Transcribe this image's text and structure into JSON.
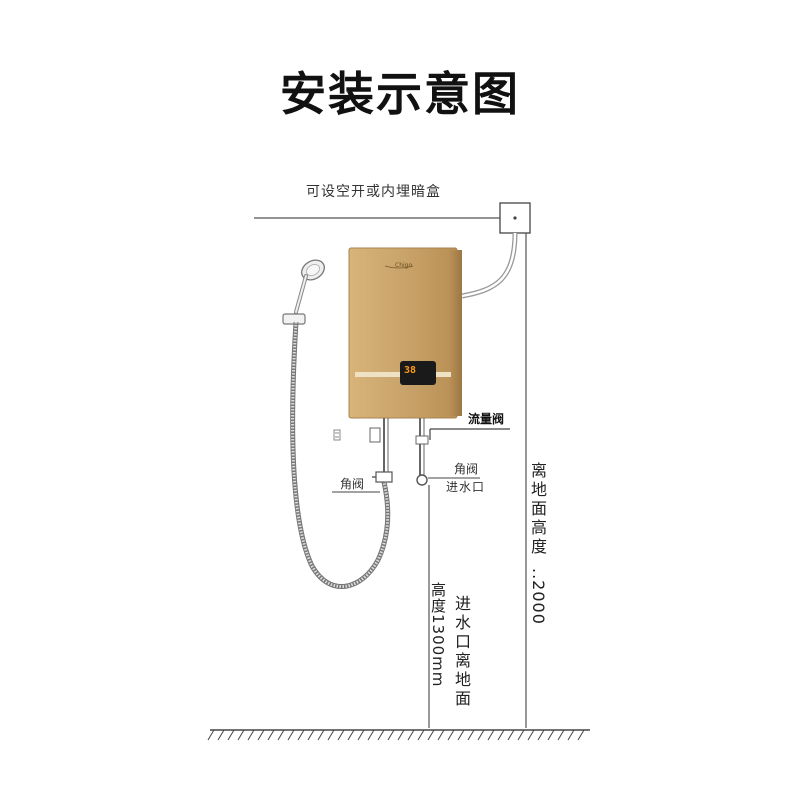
{
  "title": "安装示意图",
  "labels": {
    "top_box": "可设空开或内埋暗盒",
    "flow_valve": "流量阀",
    "angle_valve_left": "角阀",
    "angle_valve_right": "角阀",
    "water_inlet": "进水口",
    "right_height_text": "离地面高度",
    "right_height_value": "..2000",
    "inlet_height_text": "进水口离地面",
    "inlet_height_value": "高度1300mm"
  },
  "heater": {
    "display_value": "38",
    "brand": "Chigo",
    "body_color": "#c9a46a",
    "display_color": "#ff9a1a"
  },
  "icons": {
    "shower_head": "shower-head-icon",
    "junction_box": "junction-box-icon",
    "ground": "ground-hatch-icon"
  }
}
